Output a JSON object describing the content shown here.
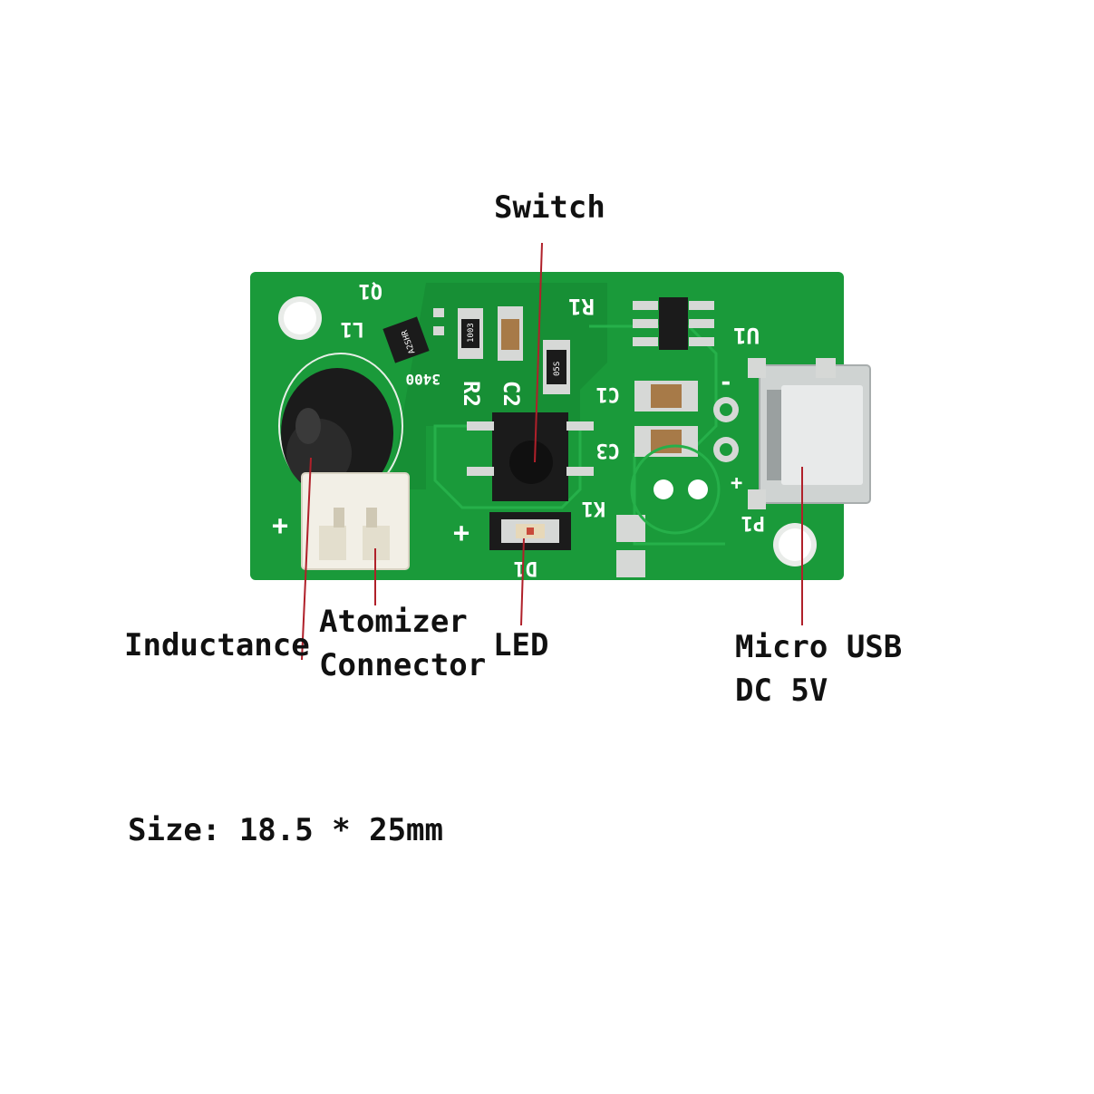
{
  "callouts": {
    "switch": "Switch",
    "inductance": "Inductance",
    "atomizer_connector": [
      "Atomizer",
      "Connector"
    ],
    "led": "LED",
    "micro_usb": [
      "Micro USB",
      "DC 5V"
    ]
  },
  "size_note": "Size: 18.5 * 25mm",
  "board_silkscreen": {
    "refs": [
      "Q1",
      "L1",
      "R1",
      "R2",
      "C2",
      "C1",
      "C3",
      "U1",
      "K1",
      "D1",
      "P1"
    ],
    "codes": [
      "3400",
      "A2SHR",
      "1003",
      "05S"
    ],
    "plus": "+",
    "minus": "-"
  },
  "colors": {
    "pcb": "#1a9a3a",
    "pcb_dark": "#117a2a",
    "pcb_trace": "#26b04a",
    "callout_line": "#b0202a",
    "pad": "#d6d8d6",
    "component": "#1b1b1b"
  }
}
